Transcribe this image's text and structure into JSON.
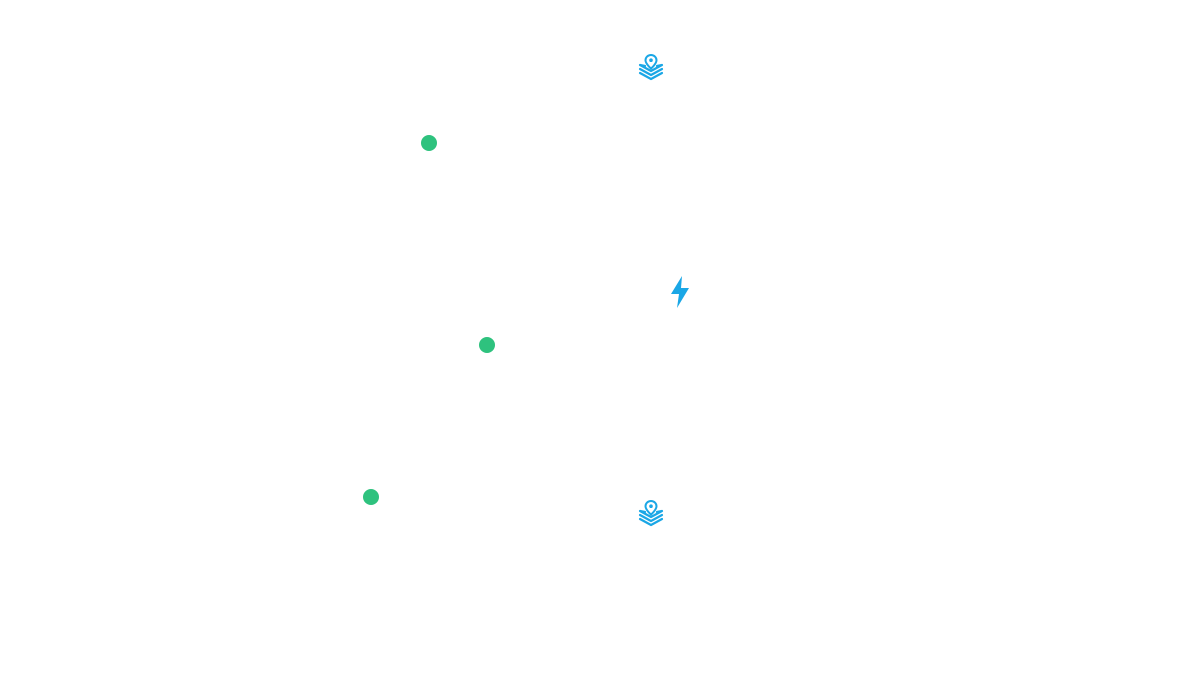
{
  "colors": {
    "background": "#ffffff",
    "dot": "#2ec27e",
    "icon": "#1aa7e6"
  },
  "markers": [
    {
      "kind": "layers-pin-icon"
    },
    {
      "kind": "status-dot"
    },
    {
      "kind": "lightning-bolt-icon"
    },
    {
      "kind": "status-dot"
    },
    {
      "kind": "status-dot"
    },
    {
      "kind": "layers-pin-icon"
    }
  ]
}
